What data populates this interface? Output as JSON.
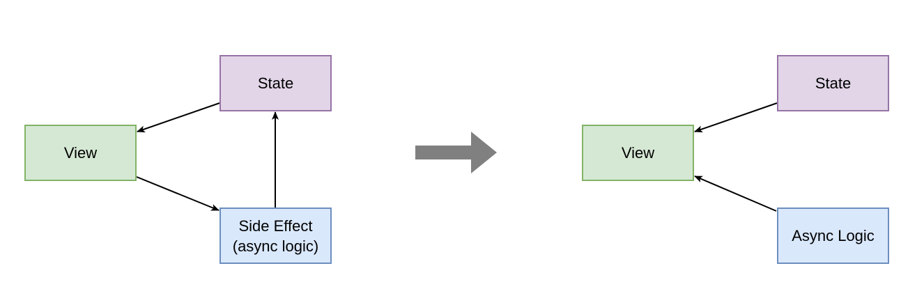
{
  "colors": {
    "state_fill": "#e1d5e7",
    "state_stroke": "#9673a6",
    "view_fill": "#d5e8d4",
    "view_stroke": "#82b366",
    "effect_fill": "#dae8fc",
    "effect_stroke": "#6c8ebf",
    "edge": "#000000",
    "transition_arrow": "#808080"
  },
  "before": {
    "state": "State",
    "view": "View",
    "side_effect": "Side Effect\n(async logic)",
    "edges": [
      {
        "from": "State",
        "to": "View"
      },
      {
        "from": "View",
        "to": "Side Effect"
      },
      {
        "from": "Side Effect",
        "to": "State"
      }
    ]
  },
  "transition": {
    "icon": "right-arrow-icon"
  },
  "after": {
    "state": "State",
    "view": "View",
    "async_logic": "Async Logic",
    "edges": [
      {
        "from": "State",
        "to": "View"
      },
      {
        "from": "Async Logic",
        "to": "View"
      }
    ]
  }
}
